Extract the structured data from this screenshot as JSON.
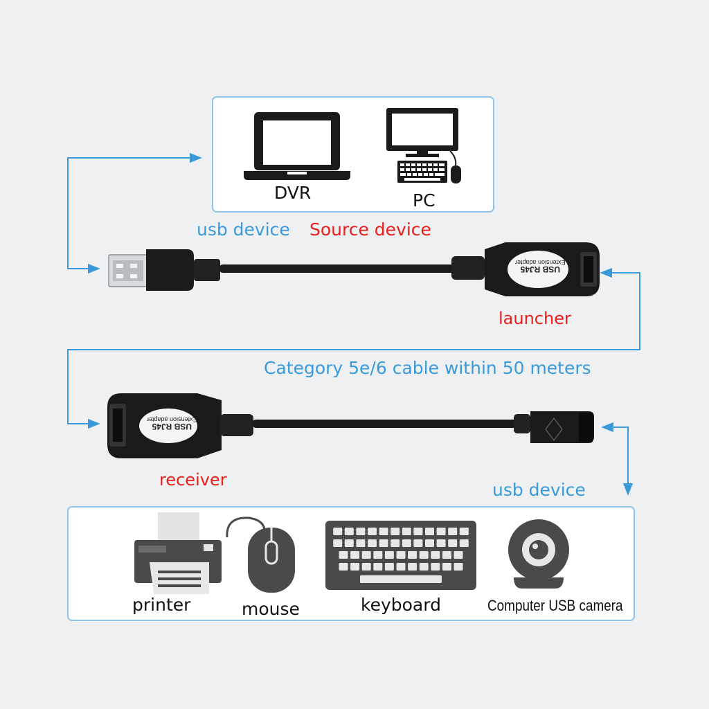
{
  "labels": {
    "dvr": "DVR",
    "pc": "PC",
    "usb_device_top": "usb device",
    "source_device": "Source device",
    "launcher": "launcher",
    "cable": "Category 5e/6 cable within 50 meters",
    "receiver": "receiver",
    "usb_device_bottom": "usb device",
    "printer": "printer",
    "mouse": "mouse",
    "keyboard": "keyboard",
    "camera": "Computer USB camera"
  },
  "adapter_text": {
    "launcher_line1": "USB RJ45",
    "launcher_line2": "Extension adapter",
    "receiver_line1": "USB RJ45",
    "receiver_line2": "Extension adapter"
  },
  "colors": {
    "connector": "#3a9ad9",
    "device_label": "#3a9ad9",
    "role_label": "#e8201c",
    "box_border": "#8fc5ea"
  }
}
